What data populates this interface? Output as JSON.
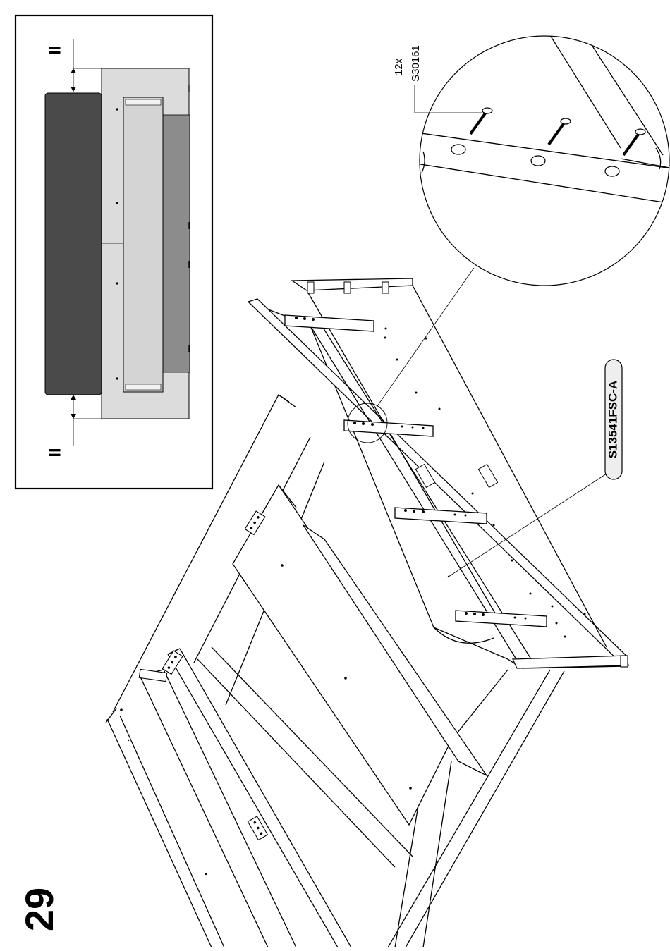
{
  "step": {
    "number": "29"
  },
  "inset": {
    "gap_mark_top": "II",
    "gap_mark_bottom": "II"
  },
  "callout": {
    "screw_qty": "12x",
    "screw_code": "S30161"
  },
  "panel_label": "S13541FSC-A",
  "colors": {
    "line": "#000000",
    "mattress": "#4a4a4a",
    "drawer_shade": "#8c8c8c",
    "frame_light": "#dcdcdc",
    "label_fill": "#eeeeee"
  }
}
